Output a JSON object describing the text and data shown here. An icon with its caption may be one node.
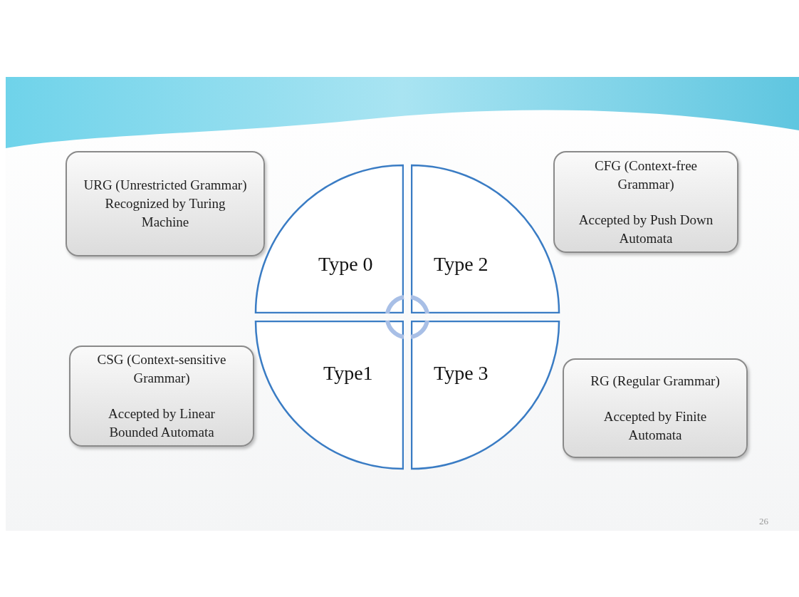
{
  "diagram": {
    "nodes": [
      {
        "text": [
          "URG (Unrestricted Grammar)",
          "Recognized by Turing Machine"
        ]
      },
      {
        "text": [
          "Type 0"
        ]
      },
      {
        "text": [
          "Type 2"
        ]
      },
      {
        "text": [
          "CFG (Context-free Grammar)",
          "Accepted by Push Down Automata"
        ]
      },
      {
        "text": [
          "CSG (Context-sensitive Grammar)",
          "Accepted by Linear Bounded Automata"
        ]
      },
      {
        "text": [
          "Type1"
        ]
      },
      {
        "text": [
          "Type 3"
        ]
      },
      {
        "text": [
          "RG (Regular Grammar)",
          "Accepted by Finite Automata"
        ]
      }
    ],
    "edges": [],
    "labels": [
      "26"
    ]
  }
}
